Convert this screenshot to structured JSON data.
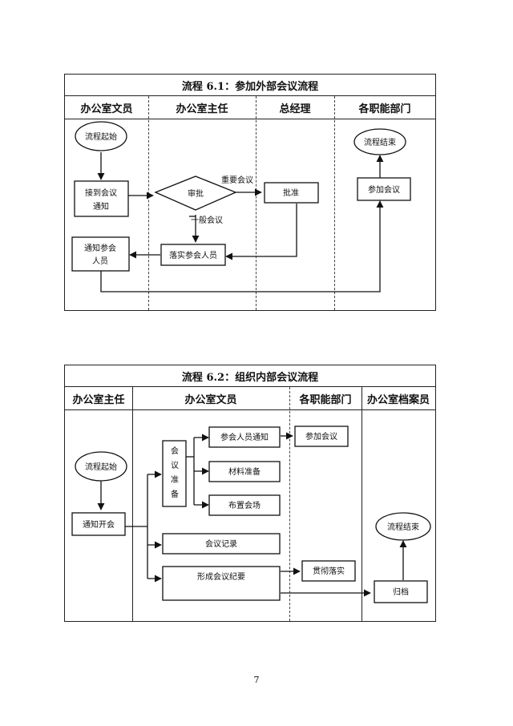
{
  "flow1": {
    "title": "流程 6.1：参加外部会议流程",
    "lanes": [
      "办公室文员",
      "办公室主任",
      "总经理",
      "各职能部门"
    ],
    "nodes": {
      "start": "流程起始",
      "receive_line1": "接到会议",
      "receive_line2": "通知",
      "review": "审批",
      "approve": "批准",
      "attend": "参加会议",
      "end": "流程结束",
      "assign": "落实参会人员",
      "notify_line1": "通知参会",
      "notify_line2": "人员"
    },
    "labels": {
      "important": "重要会议",
      "general": "一般会议"
    }
  },
  "flow2": {
    "title": "流程 6.2：组织内部会议流程",
    "lanes": [
      "办公室主任",
      "办公室文员",
      "各职能部门",
      "办公室档案员"
    ],
    "nodes": {
      "start": "流程起始",
      "notify": "通知开会",
      "prep_chars": [
        "会",
        "议",
        "准",
        "备"
      ],
      "attendee_notice": "参会人员通知",
      "materials": "材料准备",
      "venue": "布置会场",
      "minutes": "会议记录",
      "summary": "形成会议纪要",
      "attend": "参加会议",
      "implement": "贯彻落实",
      "archive": "归档",
      "end": "流程结束"
    }
  },
  "page_number": "7"
}
